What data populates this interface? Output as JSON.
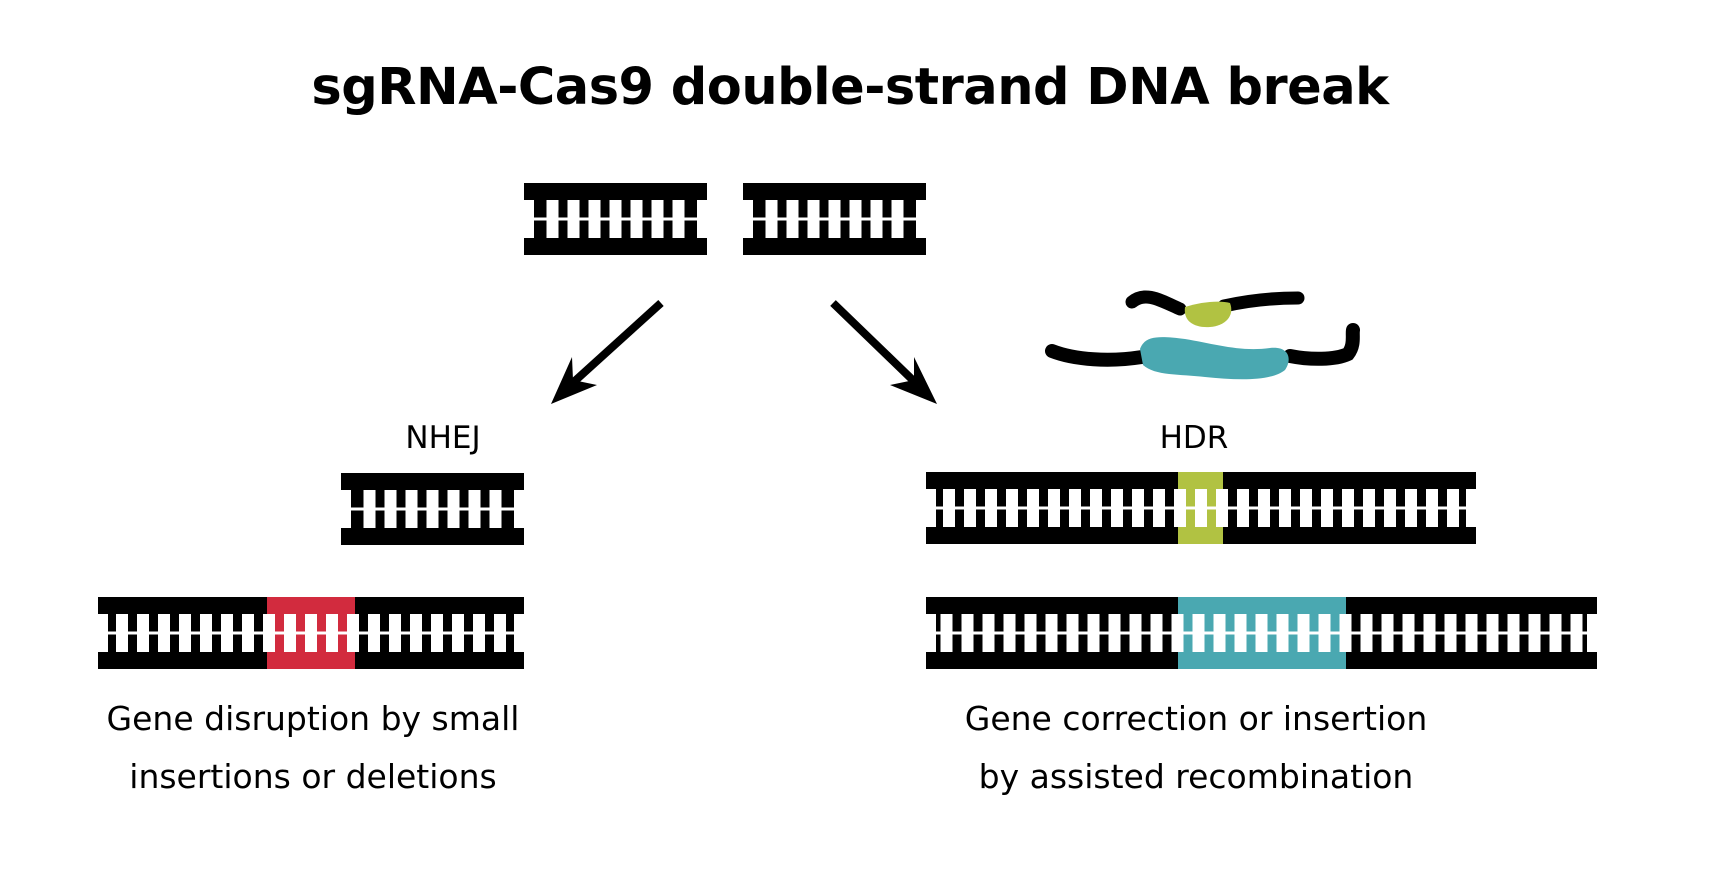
{
  "title": "sgRNA-Cas9 double-strand DNA break",
  "colors": {
    "dna": "#000000",
    "background": "#ffffff",
    "nhej_indel": "#D22B3E",
    "hdr_edit": "#B1C242",
    "hdr_template": "#4AA8B1"
  },
  "pathways": {
    "nhej": {
      "label": "NHEJ",
      "caption_line1": "Gene disruption by small",
      "caption_line2": "insertions or deletions"
    },
    "hdr": {
      "label": "HDR",
      "caption_line1": "Gene correction or insertion",
      "caption_line2": "by assisted recombination"
    }
  },
  "elements": {
    "broken_dna": [
      "left-fragment",
      "right-fragment"
    ],
    "arrows": [
      "arrow-to-nhej",
      "arrow-to-hdr"
    ],
    "repair_template": [
      "edit-segment",
      "template-segment"
    ]
  }
}
